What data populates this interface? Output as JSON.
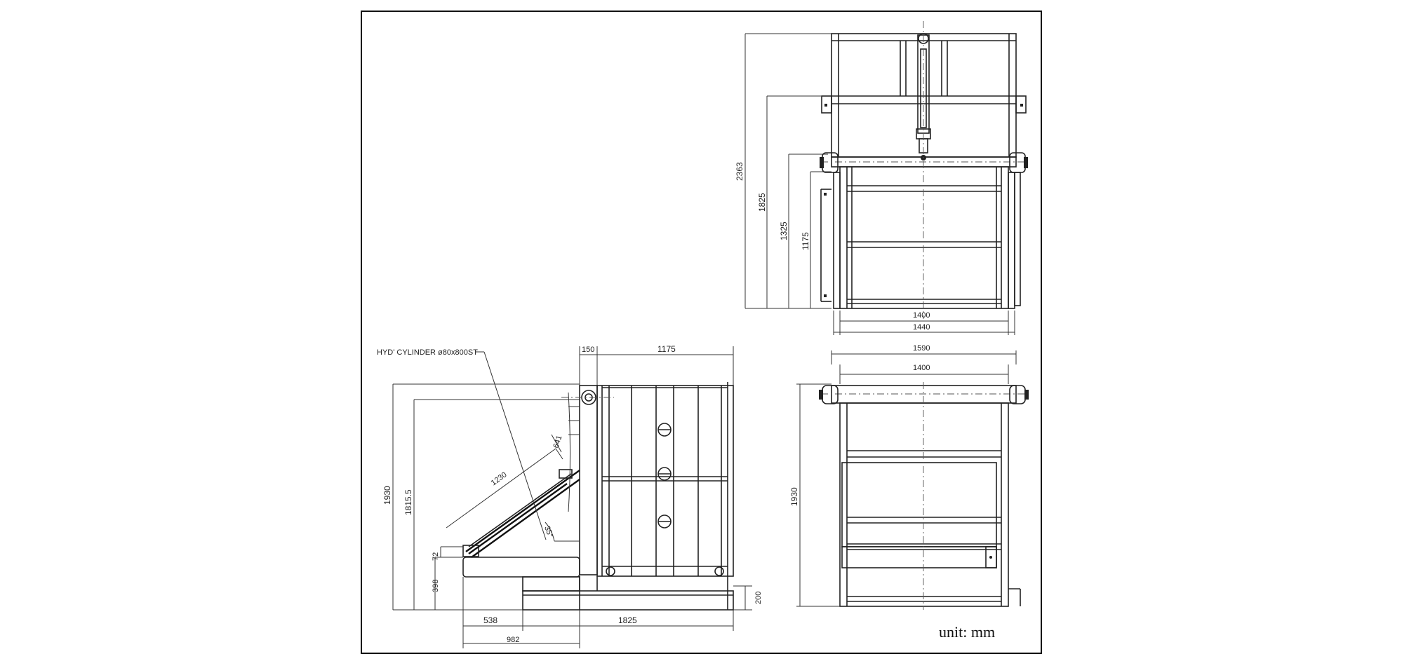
{
  "labels": {
    "cylinder": "HYD' CYLINDER ø80x800ST",
    "unit": "unit: mm"
  },
  "dims": {
    "d150": "150",
    "d1175_side": "1175",
    "d1930_side": "1930",
    "d1815": "1815.5",
    "d398": "398",
    "d72": "72",
    "d1230": "1230",
    "d641": "641",
    "d35": "35°",
    "d200": "200",
    "d538": "538",
    "d1825_bottom": "1825",
    "d982": "982",
    "d2363": "2363",
    "d1825_top": "1825",
    "d1325": "1325",
    "d1175_top": "1175",
    "d1400_top": "1400",
    "d1440": "1440",
    "d1590": "1590",
    "d1400_front": "1400",
    "d1930_front": "1930"
  }
}
